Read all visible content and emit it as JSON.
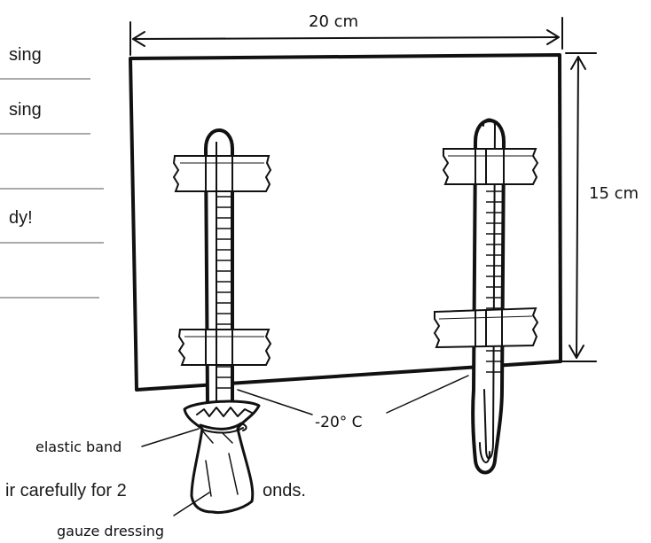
{
  "instructions": {
    "line1": "sing",
    "line2": "sing",
    "line4": "dy!",
    "bottom": "ir carefully for 2",
    "bottom_tail": "onds."
  },
  "dimensions": {
    "width": "20 cm",
    "height": "15 cm"
  },
  "labels": {
    "elastic_band": "elastic band",
    "gauze_dressing": "gauze dressing",
    "temperature": "-20° C"
  },
  "colors": {
    "ink": "#111111",
    "rule": "#555555",
    "background": "#ffffff"
  }
}
